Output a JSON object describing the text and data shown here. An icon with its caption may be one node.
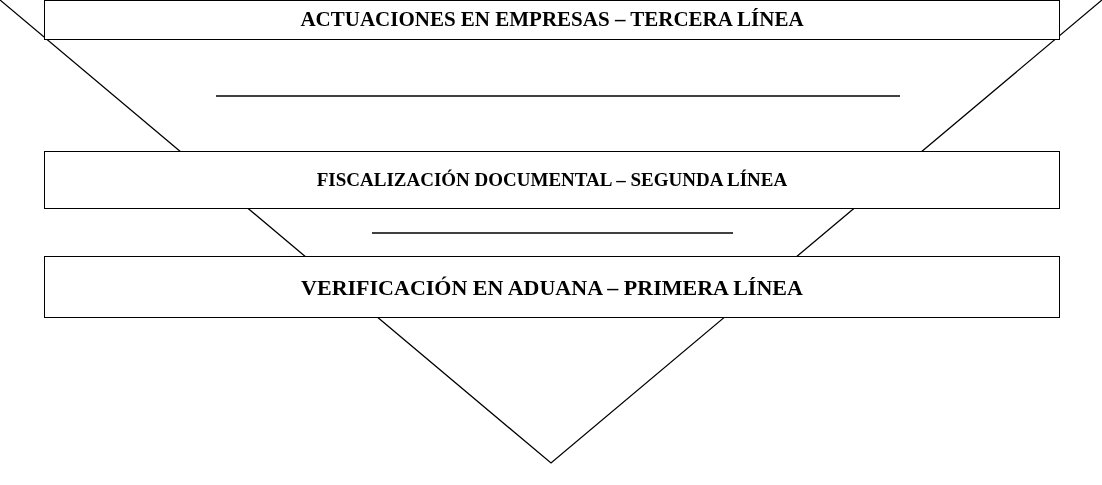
{
  "diagram": {
    "nodes": [
      {
        "text": [
          "ACTUACIONES EN EMPRESAS – TERCERA LÍNEA"
        ]
      },
      {
        "text": [
          "FISCALIZACIÓN DOCUMENTAL – SEGUNDA LÍNEA"
        ]
      },
      {
        "text": [
          "VERIFICACIÓN EN ADUANA – PRIMERA LÍNEA"
        ]
      }
    ],
    "edges": []
  }
}
